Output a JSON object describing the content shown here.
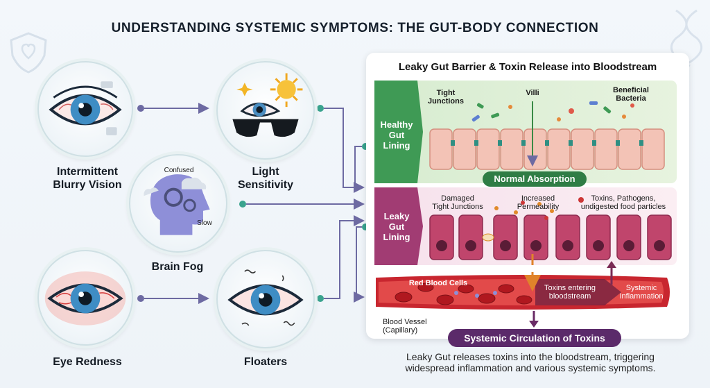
{
  "title": "UNDERSTANDING SYSTEMIC SYMPTOMS: THE GUT-BODY CONNECTION",
  "symptoms": {
    "blurry_vision": "Intermittent\nBlurry Vision",
    "light_sensitivity": "Light\nSensitivity",
    "brain_fog": "Brain Fog",
    "brain_fog_confused": "Confused",
    "brain_fog_slow": "Slow",
    "eye_redness": "Eye Redness",
    "floaters": "Floaters"
  },
  "panel": {
    "title": "Leaky Gut Barrier & Toxin Release into Bloodstream",
    "healthy": {
      "label": "Healthy\nGut\nLining",
      "tight_junctions": "Tight\nJunctions",
      "villi": "Villi",
      "beneficial_bacteria": "Beneficial\nBacteria",
      "normal_absorption": "Normal Absorption"
    },
    "leaky": {
      "label": "Leaky\nGut\nLining",
      "damaged_junctions": "Damaged\nTight Junctions",
      "increased_permeability": "Increased\nPermeability",
      "toxins": "Toxins, Pathogens,\nundigested food particles"
    },
    "blood": {
      "red_blood_cells": "Red Blood Cells",
      "toxins_entering": "Toxins entering\nbloodstream",
      "systemic_inflammation": "Systemic\nInflammation",
      "vessel_label": "Blood Vessel\n(Capillary)",
      "circulation": "Systemic Circulation of Toxins"
    }
  },
  "footer": "Leaky Gut releases toxins into the bloodstream, triggering\nwidespread inflammation and various systemic symptoms.",
  "colors": {
    "healthy_green": "#3f9a55",
    "leaky_magenta": "#a13c73",
    "blood_red": "#c8262f",
    "connector": "#6d6aa2",
    "teal_dot": "#3aa38e"
  }
}
